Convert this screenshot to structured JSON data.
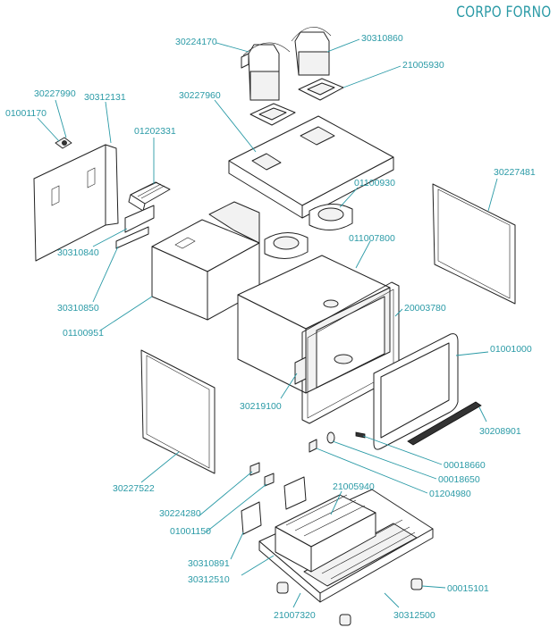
{
  "title": "CORPO FORNO",
  "colors": {
    "accent": "#2a9aa6",
    "line": "#222222"
  },
  "labels": {
    "p30224170": "30224170",
    "p30310860": "30310860",
    "p21005930": "21005930",
    "p30227990": "30227990",
    "p30312131": "30312131",
    "p01001170": "01001170",
    "p30227960": "30227960",
    "p01202331": "01202331",
    "p30227481": "30227481",
    "p01100930": "01100930",
    "p30310840": "30310840",
    "p011007800": "011007800",
    "p30310850": "30310850",
    "p20003780": "20003780",
    "p01100951": "01100951",
    "p01001000": "01001000",
    "p30219100": "30219100",
    "p30208901": "30208901",
    "p00018660": "00018660",
    "p00018650": "00018650",
    "p01204980": "01204980",
    "p30227522": "30227522",
    "p21005940": "21005940",
    "p30224280": "30224280",
    "p01001150": "01001150",
    "p30310891": "30310891",
    "p30312510": "30312510",
    "p00015101": "00015101",
    "p21007320": "21007320",
    "p30312500": "30312500"
  }
}
